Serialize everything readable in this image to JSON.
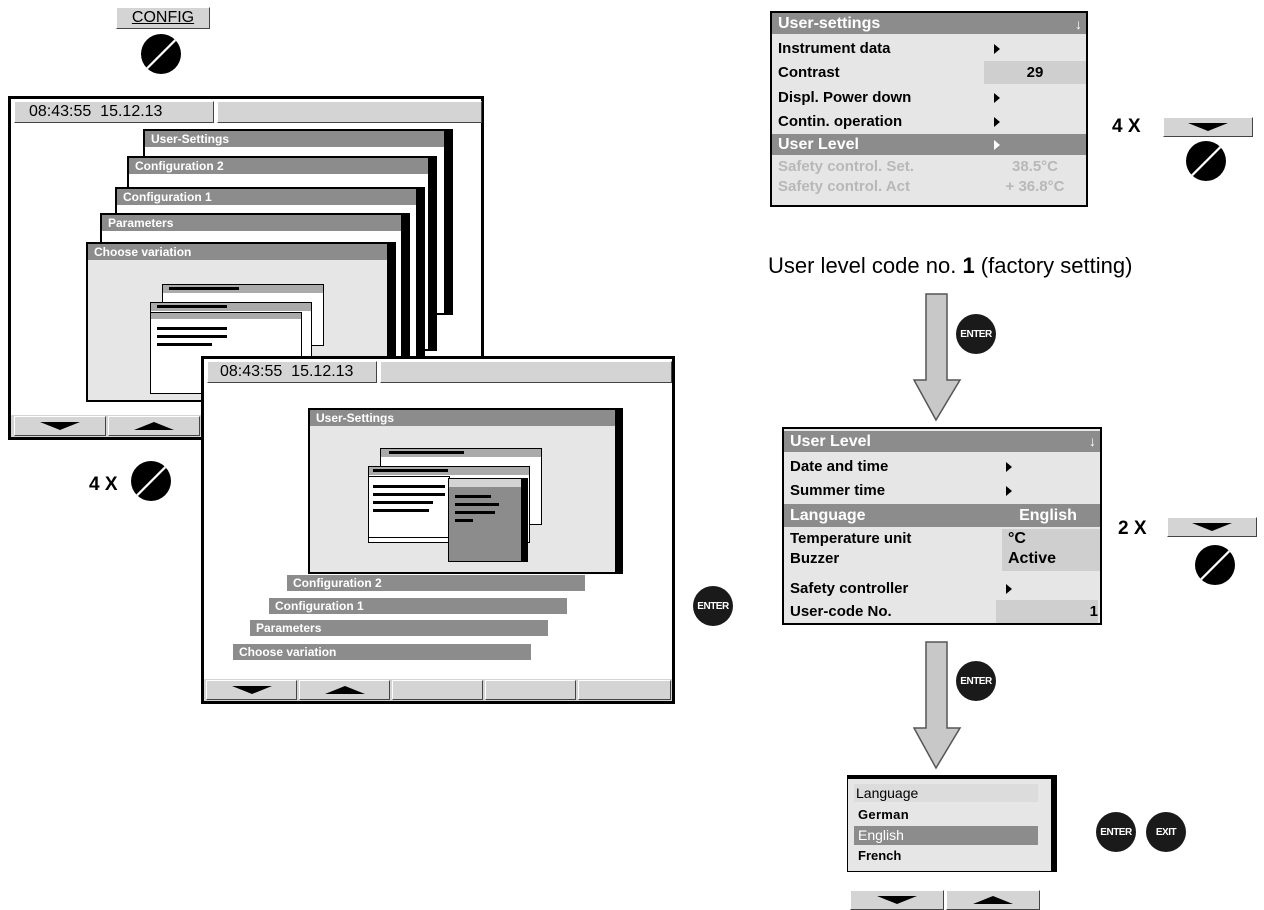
{
  "config_button": {
    "label": "CONFIG"
  },
  "screen1": {
    "time": "08:43:55",
    "date": "15.12.13",
    "stack_titles": [
      "User-Settings",
      "Configuration 2",
      "Configuration 1",
      "Parameters",
      "Choose variation"
    ]
  },
  "left_repeat": {
    "label": "4 X"
  },
  "screen2": {
    "time": "08:43:55",
    "date": "15.12.13",
    "panel_title": "User-Settings",
    "bars": [
      "Configuration 2",
      "Configuration 1",
      "Parameters",
      "Choose variation"
    ]
  },
  "user_settings_menu": {
    "title": "User-settings",
    "rows": [
      {
        "label": "Instrument data",
        "value": ""
      },
      {
        "label": "Contrast",
        "value": "29"
      },
      {
        "label": "Displ. Power down",
        "value": ""
      },
      {
        "label": "Contin. operation",
        "value": ""
      },
      {
        "label": "User Level",
        "value": ""
      },
      {
        "label": "Safety control. Set.",
        "value": "38.5°C"
      },
      {
        "label": "Safety control. Act",
        "value": "+ 36.8°C"
      }
    ]
  },
  "top_repeat": {
    "label": "4 X"
  },
  "note": {
    "prefix": "User level code no. ",
    "code": "1",
    "suffix": " (factory setting)"
  },
  "enter_label": "ENTER",
  "exit_label": "EXIT",
  "user_level_menu": {
    "title": "User Level",
    "rows": [
      {
        "label": "Date and time",
        "value": ""
      },
      {
        "label": "Summer time",
        "value": ""
      },
      {
        "label": "Language",
        "value": "English"
      },
      {
        "label": "Temperature unit",
        "value": "°C"
      },
      {
        "label": "Buzzer",
        "value": "Active"
      },
      {
        "label": "Safety controller",
        "value": ""
      },
      {
        "label": "User-code No.",
        "value": "1"
      }
    ]
  },
  "mid_repeat": {
    "label": "2 X"
  },
  "language_dialog": {
    "title": "Language",
    "options": [
      "German",
      "English",
      "French"
    ],
    "selected": "English"
  }
}
